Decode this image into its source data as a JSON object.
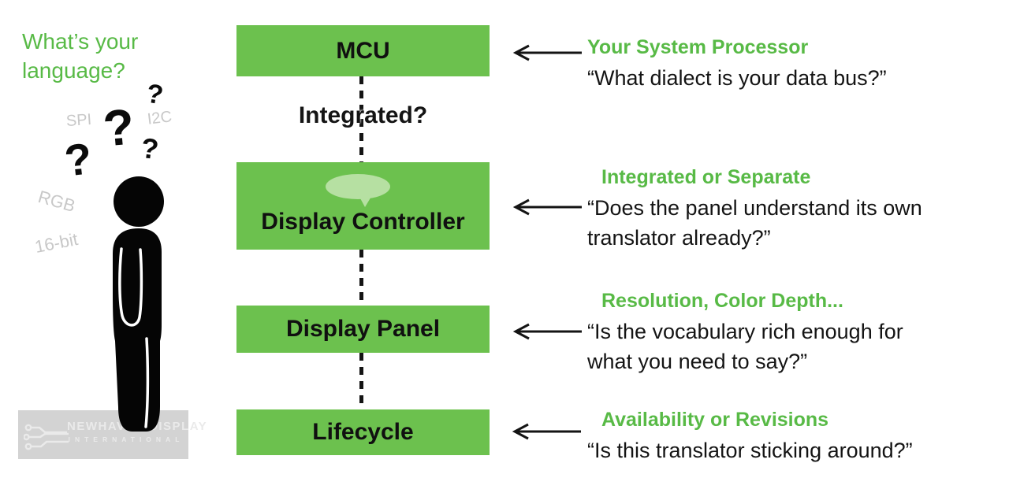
{
  "title": {
    "line1": "What’s your",
    "line2": "language?"
  },
  "decor": {
    "terms": [
      {
        "label": "SPI"
      },
      {
        "label": "I2C"
      },
      {
        "label": "RGB"
      },
      {
        "label": "16-bit"
      }
    ],
    "question_marks": [
      "?",
      "?",
      "?",
      "?"
    ]
  },
  "flow": {
    "boxes": [
      {
        "label": "MCU"
      },
      {
        "label": "Display Controller"
      },
      {
        "label": "Display Panel"
      },
      {
        "label": "Lifecycle"
      }
    ],
    "connector_label": "Integrated?"
  },
  "annotations": [
    {
      "heading": "Your System Processor",
      "quote": "“What dialect is your data bus?”"
    },
    {
      "heading": "Integrated or Separate",
      "quote": "“Does the panel understand its own translator already?”"
    },
    {
      "heading": "Resolution, Color Depth...",
      "quote": "“Is the vocabulary rich enough for what you need to say?”"
    },
    {
      "heading": "Availability or Revisions",
      "quote": "“Is this translator sticking around?”"
    }
  ],
  "watermark": {
    "line1": "NEWHAVEN DISPLAY",
    "line2": "INTERNATIONAL"
  },
  "colors": {
    "accent_green": "#58ba46",
    "box_green": "#6cc14e",
    "bubble_green": "#b6e0a2",
    "term_gray": "#c8c8c8",
    "watermark_gray": "#d3d3d3",
    "ink_black": "#141414"
  }
}
